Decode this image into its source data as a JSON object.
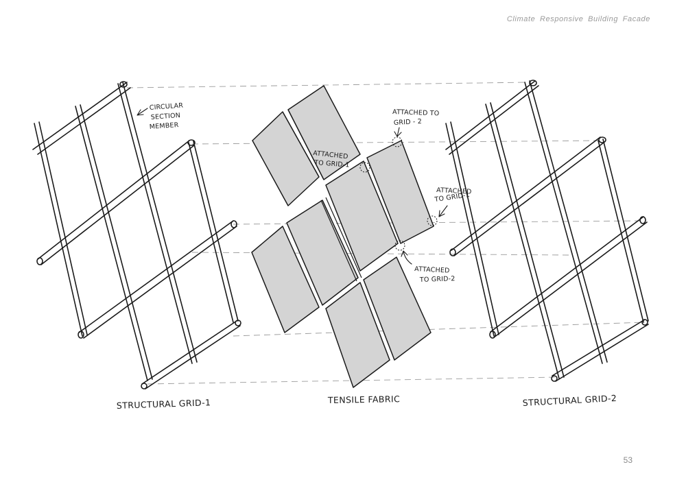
{
  "header": {
    "title": "Climate Responsive Building Facade"
  },
  "page_number": "53",
  "captions": {
    "grid1": "STRUCTURAL GRID-1",
    "fabric": "TENSILE FABRIC",
    "grid2": "STRUCTURAL GRID-2"
  },
  "annotations": {
    "circular_l1": "CIRCULAR",
    "circular_l2": "SECTION",
    "circular_l3": "MEMBER",
    "att_grid1_a_l1": "ATTACHED",
    "att_grid1_a_l2": "TO GRID-1",
    "att_grid2_top_l1": "ATTACHED TO",
    "att_grid2_top_l2": "GRID - 2",
    "att_grid1_right_l1": "ATTACHED",
    "att_grid1_right_l2": "TO GRID-1",
    "att_grid2_bottom_l1": "ATTACHED",
    "att_grid2_bottom_l2": "TO GRID-2"
  }
}
